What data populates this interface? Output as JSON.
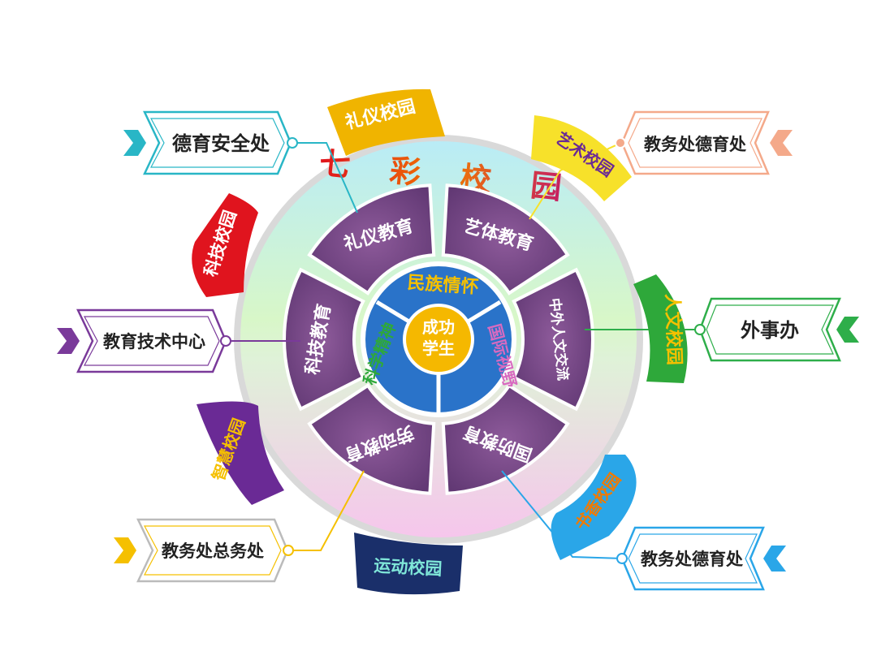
{
  "title": "七 彩 校 园",
  "center": {
    "line1": "成功",
    "line2": "学生"
  },
  "inner_ring": [
    "民族情怀",
    "国际视野",
    "科学精神"
  ],
  "sectors": [
    "礼仪教育",
    "艺体教育",
    "中外人文交流",
    "国防教育",
    "劳动教育",
    "科技教育"
  ],
  "petals": [
    "礼仪校园",
    "艺术校园",
    "人文校园",
    "书香校园",
    "运动校园",
    "智慧校园",
    "科技校园"
  ],
  "departments": {
    "top_left": "德育安全处",
    "top_right": "教务处德育处",
    "mid_left": "教育技术中心",
    "mid_right": "外事办",
    "bottom_left": "教务处总务处",
    "bottom_right": "教务处德育处"
  },
  "colors": {
    "sector_fill": "#6b3f78",
    "inner_ring": "#2a73c9",
    "center": "#f5b800",
    "petal_liyi": "#f0b400",
    "petal_yishu": "#f7e12a",
    "petal_renwen": "#2ea83a",
    "petal_shuxiang": "#2aa6e8",
    "petal_yundong": "#1a2f6a",
    "petal_zhihui": "#6a2a95",
    "petal_keji": "#e0141e",
    "dept_top_left": "#29b6c6",
    "dept_top_right": "#f4a98a",
    "dept_mid_left": "#7a3a9a",
    "dept_mid_right": "#2eae4a",
    "dept_bottom_left": "#f5c000",
    "dept_bottom_right": "#2aa6e8"
  }
}
